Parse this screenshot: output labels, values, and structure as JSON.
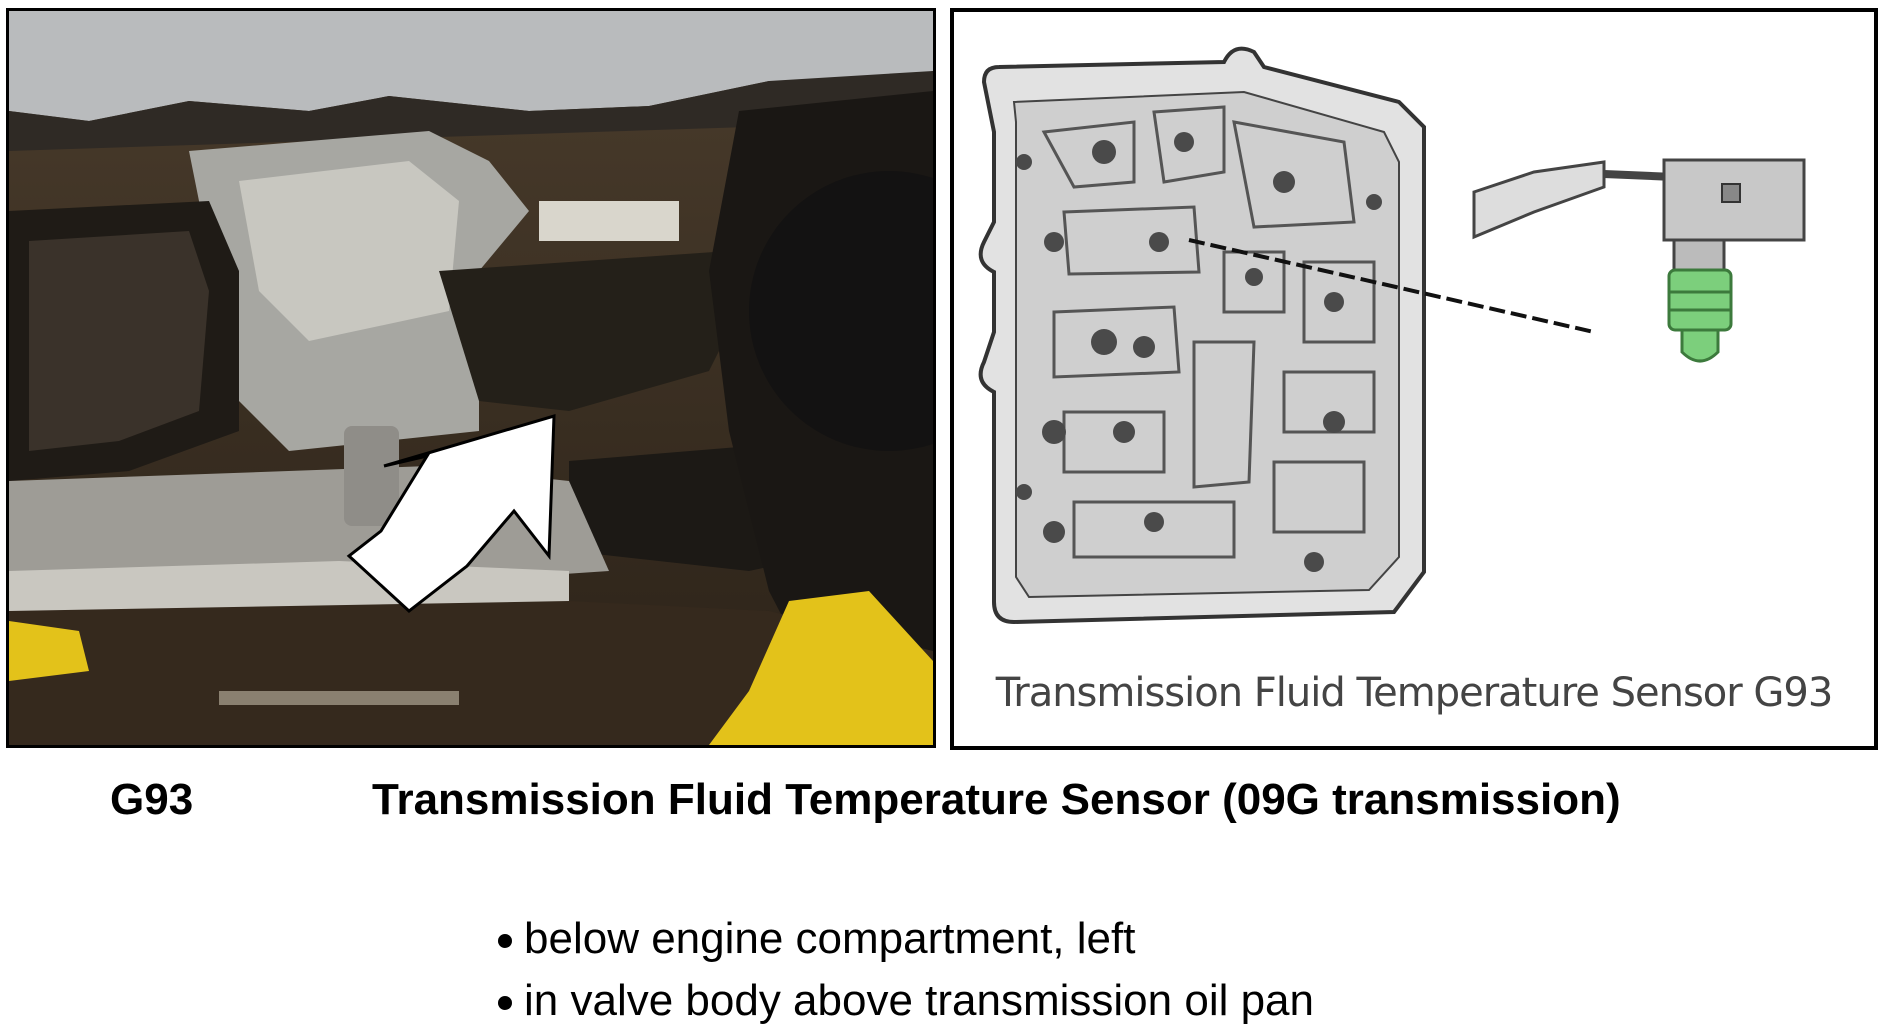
{
  "photo": {
    "alt": "Underside of vehicle showing transmission with arrow pointing to valve body area"
  },
  "diagram": {
    "caption": "Transmission Fluid Temperature Sensor G93",
    "sensor_color": "#7ccf7c"
  },
  "heading": {
    "code": "G93",
    "title": "Transmission Fluid Temperature Sensor (09G transmission)"
  },
  "location": {
    "items": [
      "below engine compartment, left",
      "in valve body above transmission oil pan"
    ]
  }
}
